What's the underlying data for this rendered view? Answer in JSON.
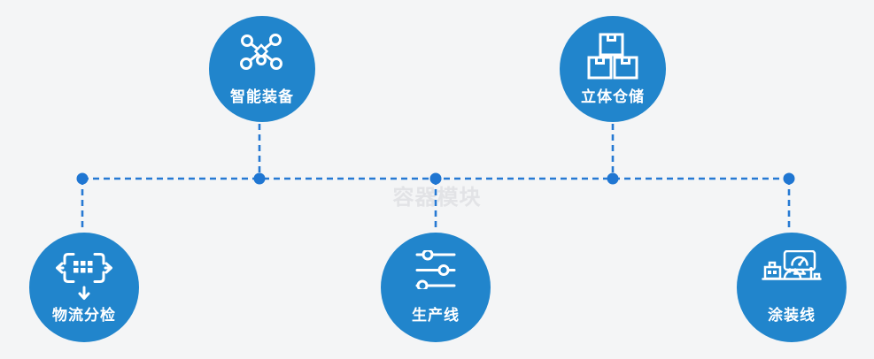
{
  "watermark": {
    "text": "容器模块"
  },
  "colors": {
    "background": "#f4f5f6",
    "circle_fill": "#2185cc",
    "connector_line": "#2679d3",
    "junction_dot": "#1f76d2",
    "label_text": "#ffffff",
    "watermark_text": "#e2e3e6"
  },
  "nodes": [
    {
      "label": "智能装备",
      "icon": "network-icon",
      "position": "top-left"
    },
    {
      "label": "立体仓储",
      "icon": "stacked-boxes-icon",
      "position": "top-right"
    },
    {
      "label": "物流分检",
      "icon": "sorting-arrows-icon",
      "position": "bottom-left"
    },
    {
      "label": "生产线",
      "icon": "sliders-icon",
      "position": "bottom-center"
    },
    {
      "label": "涂装线",
      "icon": "paint-machine-icon",
      "position": "bottom-right"
    }
  ]
}
